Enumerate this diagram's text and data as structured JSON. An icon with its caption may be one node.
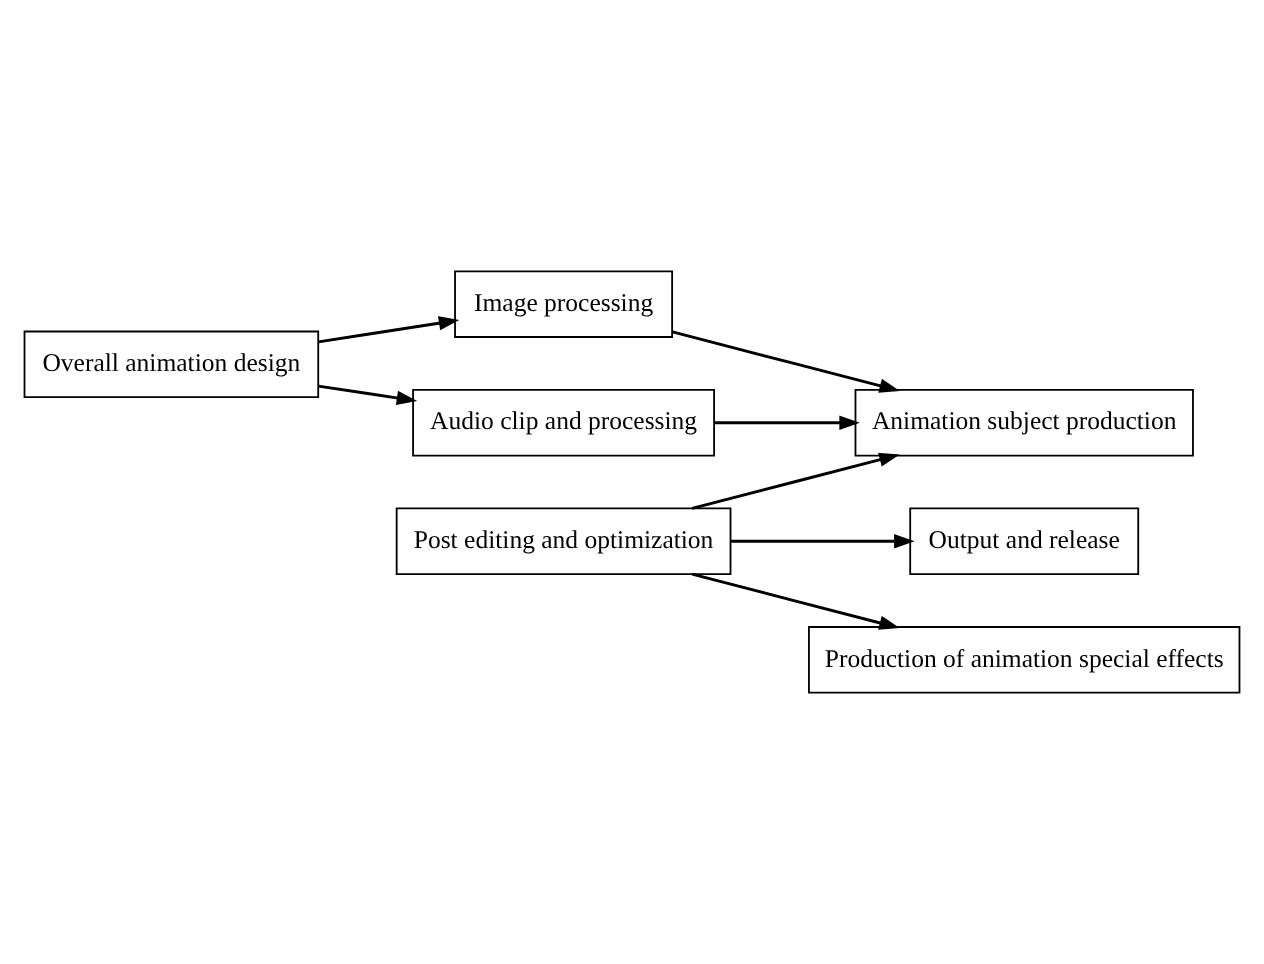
{
  "diagram": {
    "nodes": [
      {
        "text": [
          "Overall animation design"
        ]
      },
      {
        "text": [
          "Image processing"
        ]
      },
      {
        "text": [
          "Audio clip and processing"
        ]
      },
      {
        "text": [
          "Animation subject production"
        ]
      },
      {
        "text": [
          "Post editing and optimization"
        ]
      },
      {
        "text": [
          "Output and release"
        ]
      },
      {
        "text": [
          "Production of animation special effects"
        ]
      }
    ],
    "edges": [
      {
        "from": 0,
        "to": 1,
        "arrow": "to"
      },
      {
        "from": 0,
        "to": 2,
        "arrow": "to"
      },
      {
        "from": 2,
        "to": 3,
        "arrow": "to"
      },
      {
        "from": 1,
        "to": 3,
        "arrow": "to"
      },
      {
        "from": 4,
        "to": 3,
        "arrow": "to"
      },
      {
        "from": 4,
        "to": 6,
        "arrow": "to"
      },
      {
        "from": 4,
        "to": 5,
        "arrow": "to"
      }
    ]
  }
}
